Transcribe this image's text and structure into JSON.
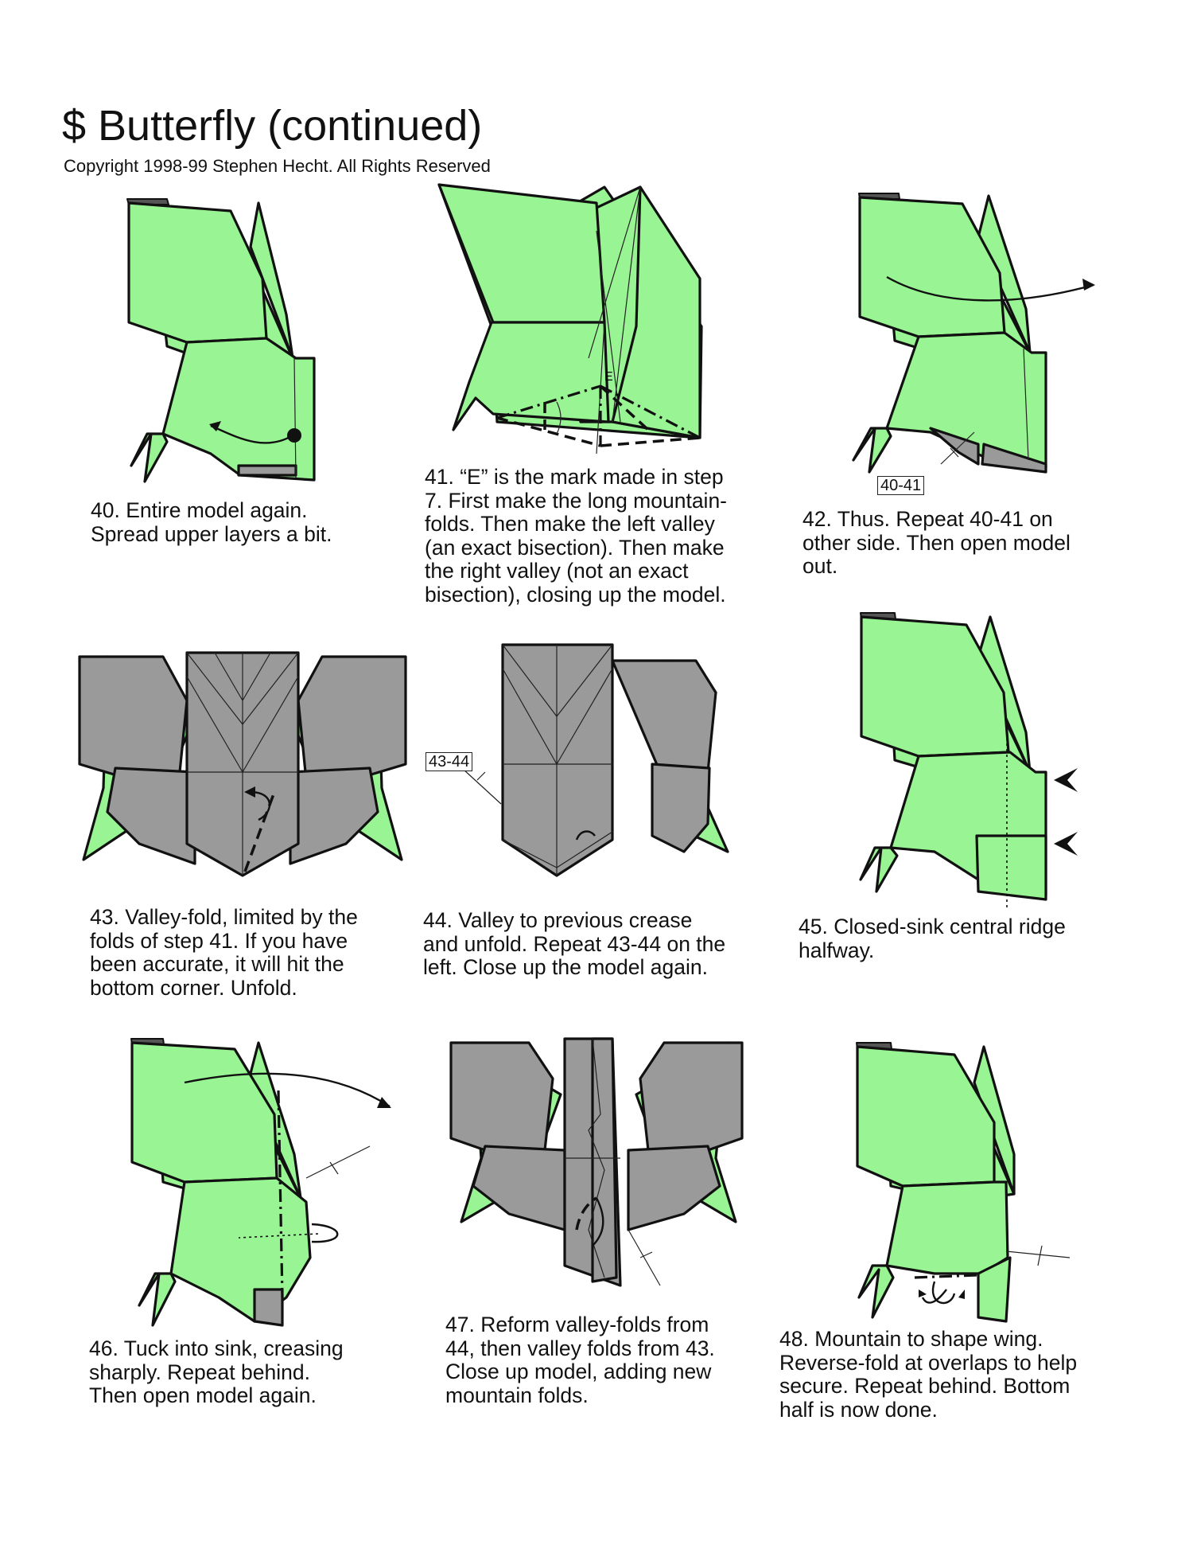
{
  "header": {
    "title": "$ Butterfly (continued)",
    "copyright": "Copyright 1998-99 Stephen Hecht.  All Rights Reserved"
  },
  "colors": {
    "paper_front": "#99f593",
    "paper_back": "#9a9a9a",
    "edge": "#555555"
  },
  "steps": [
    {
      "id": 40,
      "lines": [
        "40.  Entire model again.",
        "Spread upper layers a bit."
      ]
    },
    {
      "id": 41,
      "mark": "E",
      "lines": [
        "41.  “E” is the mark made in step",
        "7.  First make the long mountain-",
        "folds.  Then make the left valley",
        "(an exact bisection).  Then make",
        "the right valley (not an exact",
        "bisection), closing up the model."
      ]
    },
    {
      "id": 42,
      "ref": "40-41",
      "lines": [
        "42.  Thus.  Repeat 40-41 on",
        "other side.  Then open model",
        "out."
      ]
    },
    {
      "id": 43,
      "lines": [
        "43.  Valley-fold, limited by the",
        "folds of step 41.  If you have",
        "been accurate, it will hit the",
        "bottom corner.  Unfold."
      ]
    },
    {
      "id": 44,
      "ref": "43-44",
      "lines": [
        "44.  Valley to previous crease",
        "and unfold.  Repeat 43-44 on the",
        "left.  Close up the model again."
      ]
    },
    {
      "id": 45,
      "lines": [
        "45.  Closed-sink central ridge",
        "halfway."
      ]
    },
    {
      "id": 46,
      "lines": [
        "46.  Tuck into sink, creasing",
        "sharply.  Repeat behind.",
        "Then open model again."
      ]
    },
    {
      "id": 47,
      "lines": [
        "47.  Reform valley-folds from",
        "44, then valley folds from 43.",
        " Close up model, adding new",
        "mountain folds."
      ]
    },
    {
      "id": 48,
      "lines": [
        "48.  Mountain to shape wing.",
        "Reverse-fold at overlaps to help",
        "secure.  Repeat behind.  Bottom",
        "half is now done."
      ]
    }
  ]
}
